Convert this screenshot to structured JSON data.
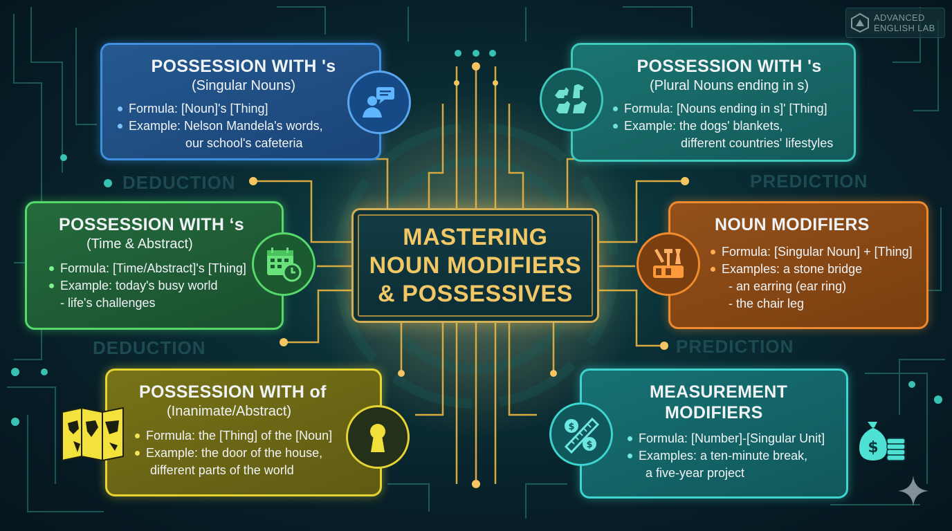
{
  "brand": {
    "line1": "ADVANCED",
    "line2": "ENGLISH LAB"
  },
  "watermarks": [
    "DEDUCTION",
    "PREDICTION",
    "DEDUCTION",
    "PREDICTION"
  ],
  "center": {
    "title_lines": [
      "MASTERING",
      "NOUN MODIFIERS",
      "& POSSESSIVES"
    ]
  },
  "colors": {
    "blue_card": "#1e4d8a",
    "teal_card": "#176965",
    "green_card": "#1e5a34",
    "orange_card": "#8b4a14",
    "yellow_card": "#6e6a18",
    "cyan_card": "#14676a",
    "gold_accent": "#f2c766"
  },
  "cards": [
    {
      "title": "POSSESSION WITH 's",
      "subtitle": "(Singular Nouns)",
      "formula": "Formula: [Noun]'s [Thing]",
      "example": "Example: Nelson Mandela's words,",
      "example_cont": [
        "our school's cafeteria"
      ],
      "icon": "person-speech-bubble-icon"
    },
    {
      "title": "POSSESSION WITH 's",
      "subtitle": "(Plural Nouns ending in s)",
      "formula": "Formula: [Nouns ending in s]' [Thing]",
      "example": "Example: the dogs' blankets,",
      "example_cont": [
        "different countries' lifestyles"
      ],
      "icon": "dogs-icon"
    },
    {
      "title": "POSSESSION WITH ‘s",
      "subtitle": "(Time & Abstract)",
      "formula": "Formula: [Time/Abstract]'s [Thing]",
      "example": "Example: today's busy world",
      "example_cont": [
        "- life's challenges"
      ],
      "icon": "calendar-clock-icon"
    },
    {
      "title": "NOUN MODIFIERS",
      "subtitle": "",
      "formula": "Formula: [Singular Noun] + [Thing]",
      "example": "Examples: a stone bridge",
      "example_cont": [
        "- an earring (ear ring)",
        "- the chair leg"
      ],
      "icon": "tools-icon"
    },
    {
      "title": "POSSESSION WITH of",
      "subtitle": "(Inanimate/Abstract)",
      "formula": "Formula: the [Thing] of the [Noun]",
      "example": "Example: the door of the house,",
      "example_cont": [
        "different parts of the world"
      ],
      "icon": "keyhole-icon"
    },
    {
      "title": "MEASUREMENT",
      "subtitle": "",
      "title_line2": "MODIFIERS",
      "formula": "Formula: [Number]-[Singular Unit]",
      "example": "Examples: a ten-minute break,",
      "example_cont": [
        "a five-year project"
      ],
      "icon": "money-ruler-icon"
    }
  ]
}
